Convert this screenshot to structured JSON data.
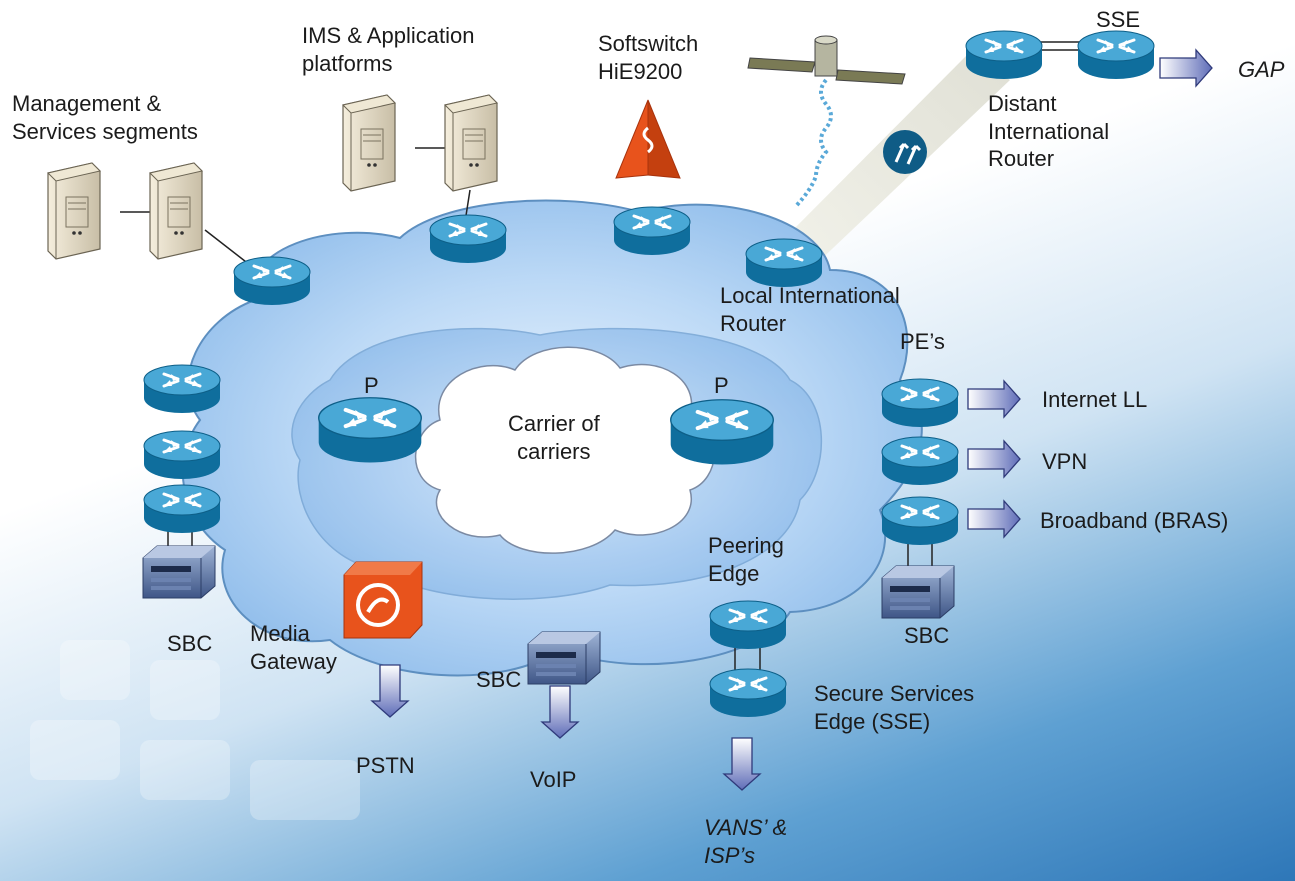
{
  "labels": {
    "management": [
      "Management &",
      "Services segments"
    ],
    "ims": [
      "IMS & Application",
      "platforms"
    ],
    "softswitch": [
      "Softswitch",
      "HiE9200"
    ],
    "sse_top": "SSE",
    "gap": "GAP",
    "distant_router": [
      "Distant",
      "International",
      "Router"
    ],
    "local_router": [
      "Local International",
      "Router"
    ],
    "pes": "PE’s",
    "p_left": "P",
    "p_right": "P",
    "carrier": [
      "Carrier of",
      "carriers"
    ],
    "internet": "Internet  LL",
    "vpn": "VPN",
    "broadband": "Broadband (BRAS)",
    "sbc_left": "SBC",
    "sbc_right": "SBC",
    "sbc_bottom": "SBC",
    "media_gateway": [
      "Media",
      "Gateway"
    ],
    "pstn": "PSTN",
    "voip": "VoIP",
    "peering_edge": [
      "Peering",
      "Edge"
    ],
    "secure_services": [
      "Secure Services",
      "Edge (SSE)"
    ],
    "vans": [
      "VANS’ &",
      "ISP’s"
    ]
  },
  "colors": {
    "router_top": "#49a8d6",
    "router_side": "#0f6e9d",
    "cloud_light": "#dcecfb",
    "cloud_mid": "#9cc6ef",
    "arrow_fill": "#7a86c8",
    "gateway_orange": "#e8531c"
  }
}
